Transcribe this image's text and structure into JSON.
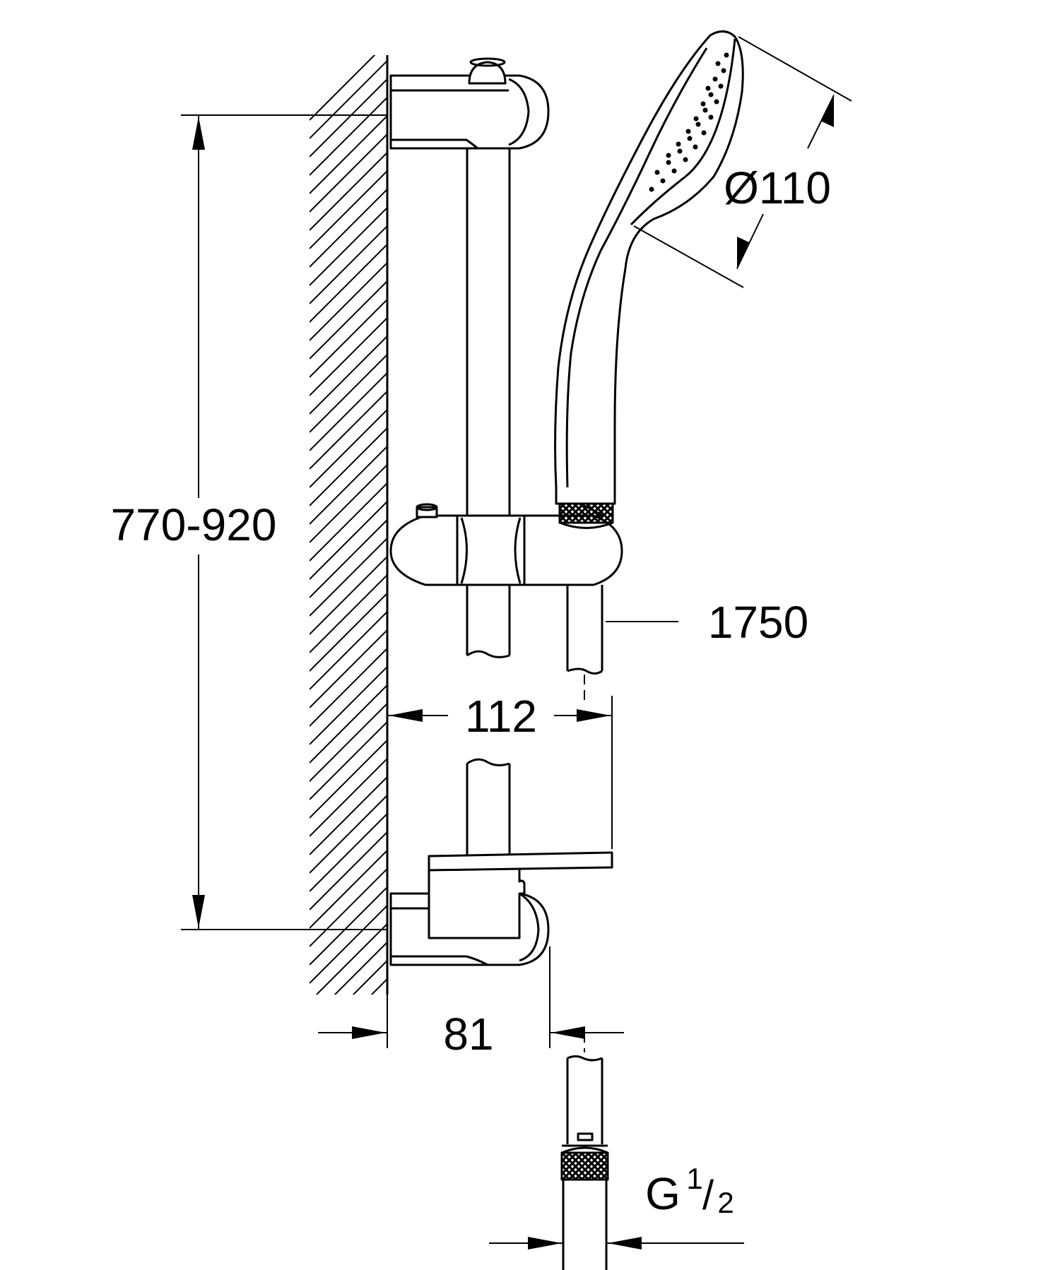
{
  "dimensions": {
    "rail_height": "770-920",
    "head_diameter": "Ø110",
    "hose_length": "1750",
    "projection_total": "112",
    "projection_bracket": "81",
    "thread_main": "G",
    "thread_numerator": "1",
    "thread_slash": "/",
    "thread_denominator": "2"
  },
  "colors": {
    "line": "#000000",
    "background": "#ffffff"
  }
}
